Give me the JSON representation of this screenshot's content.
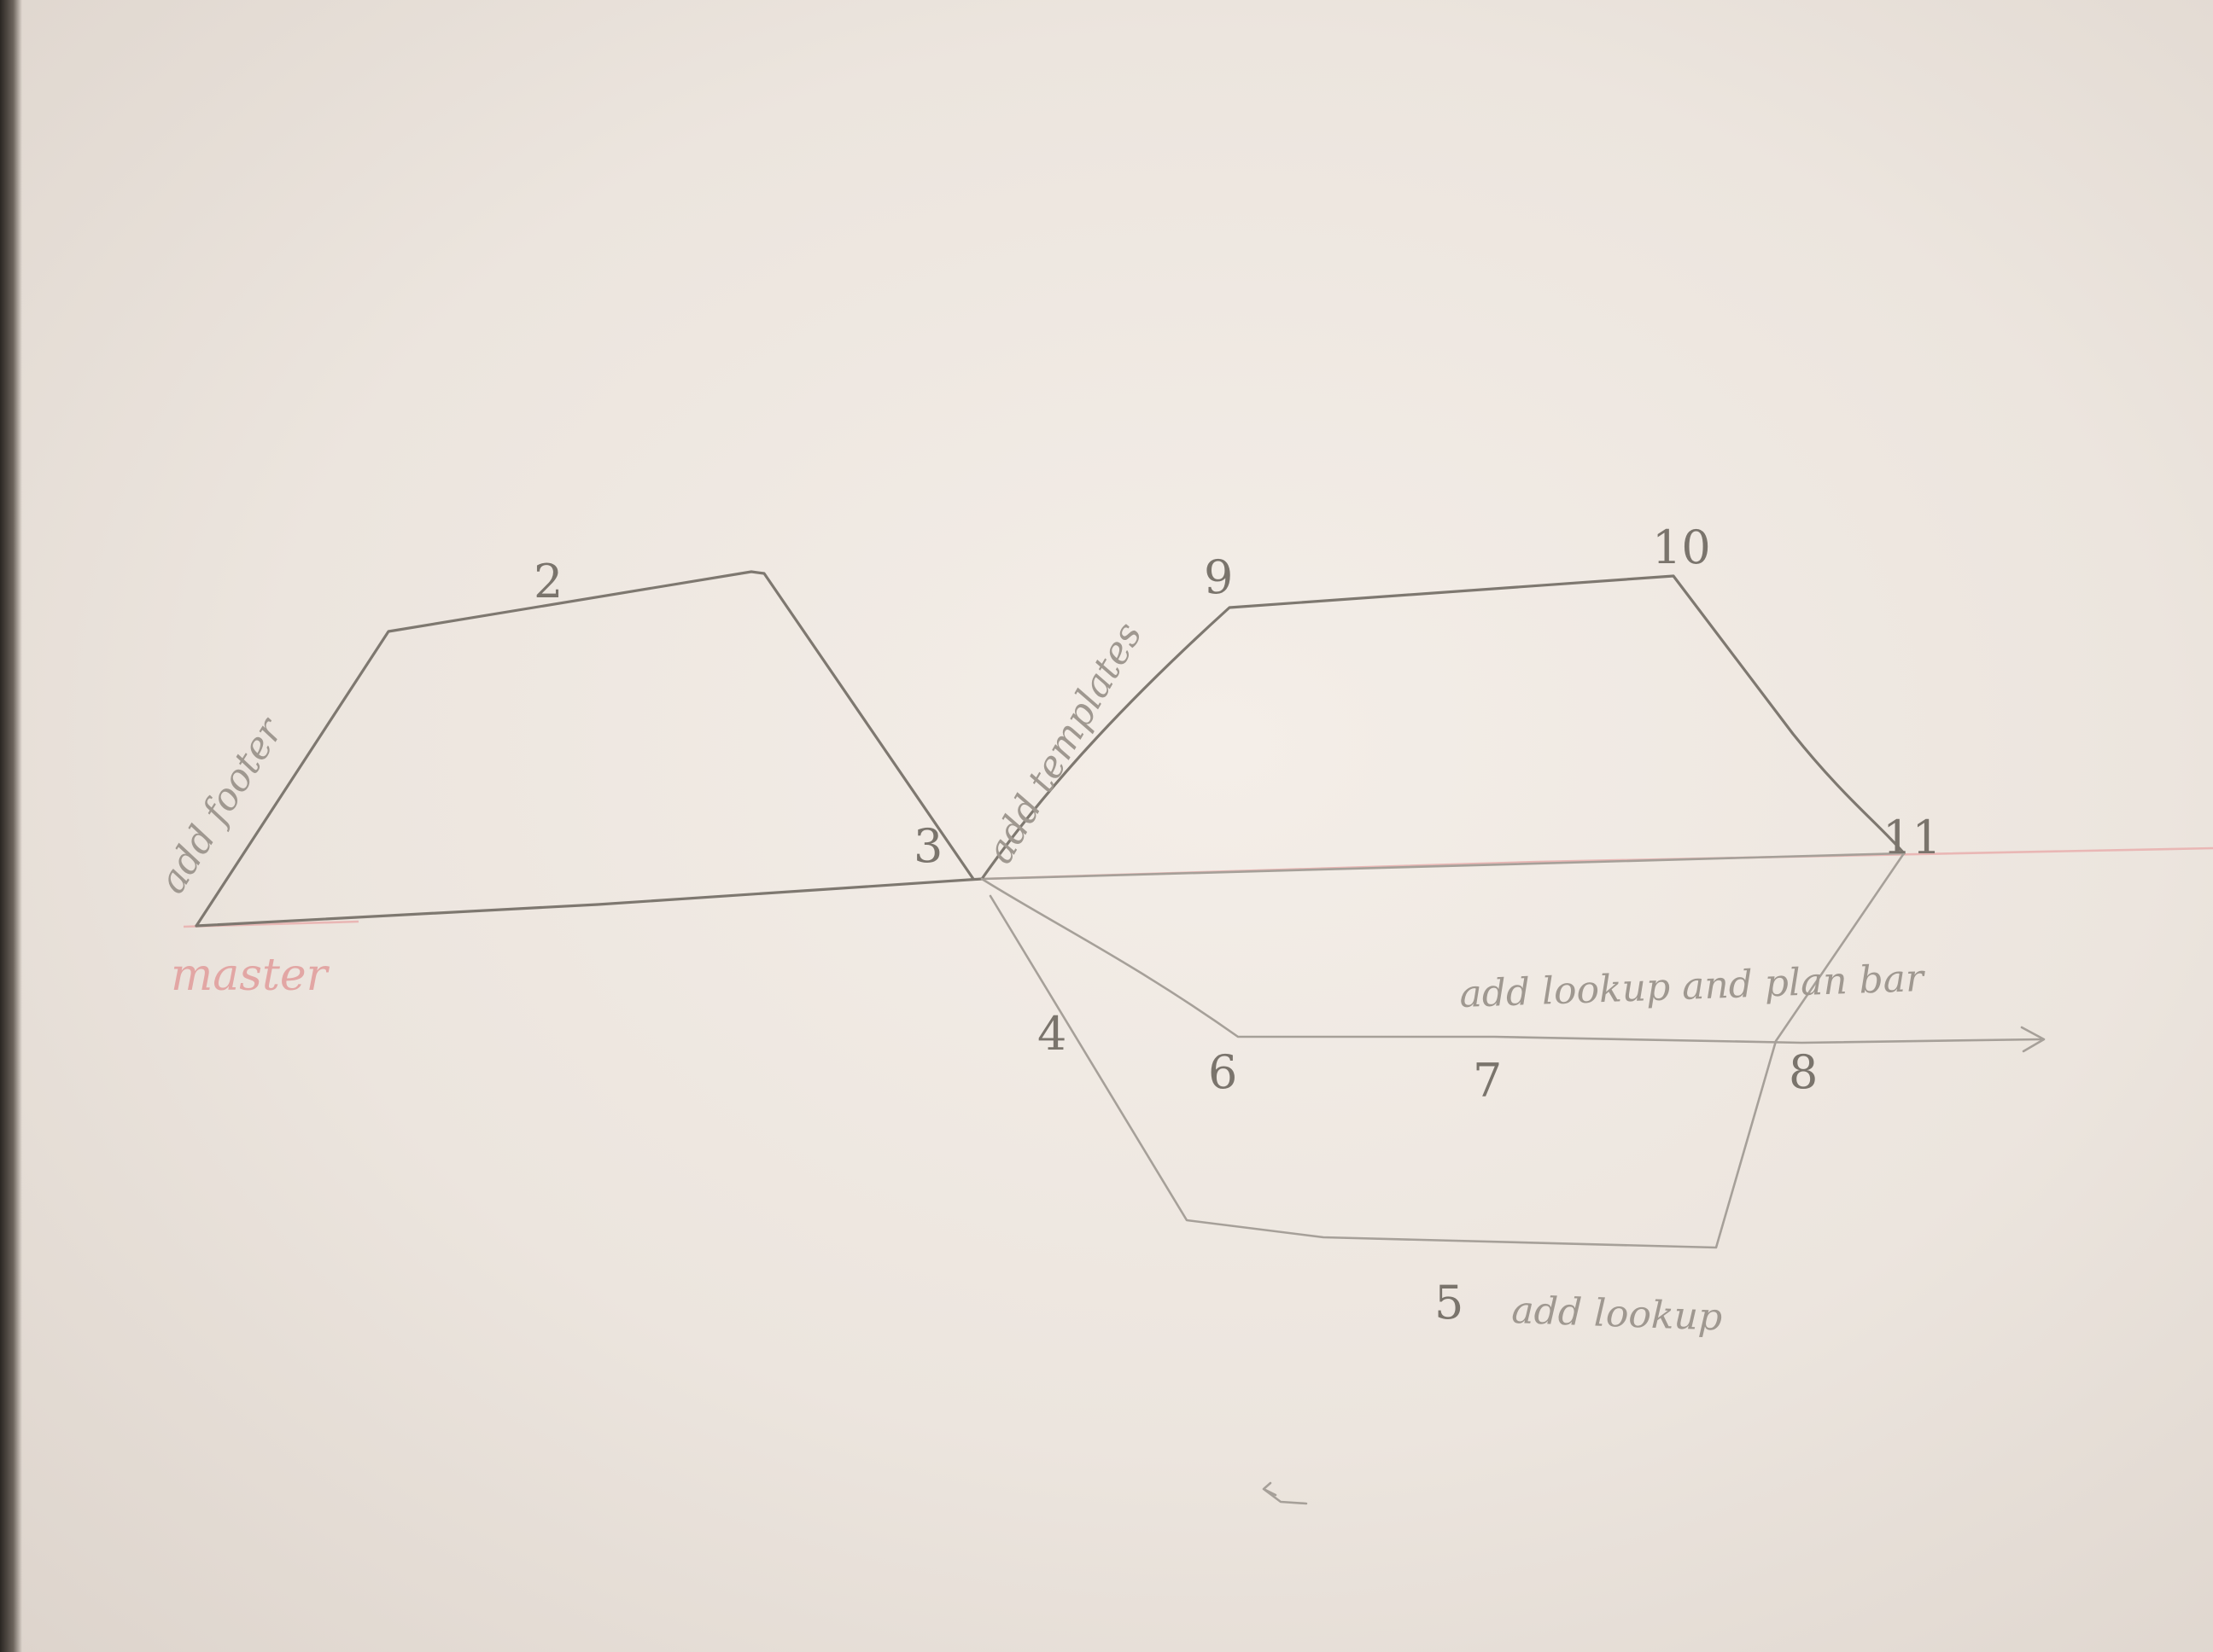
{
  "diagram": {
    "branch_label": "master",
    "nodes": [
      "2",
      "3",
      "4",
      "5",
      "6",
      "7",
      "8",
      "9",
      "10",
      "11"
    ],
    "edge_labels": {
      "first": "add footer",
      "second": "add templates",
      "third": "add lookup and plan bar",
      "bottom": "add lookup"
    }
  },
  "colors": {
    "pencil": "#7e7870",
    "master_line": "#e9b7b5",
    "paper": "#ece5de"
  }
}
